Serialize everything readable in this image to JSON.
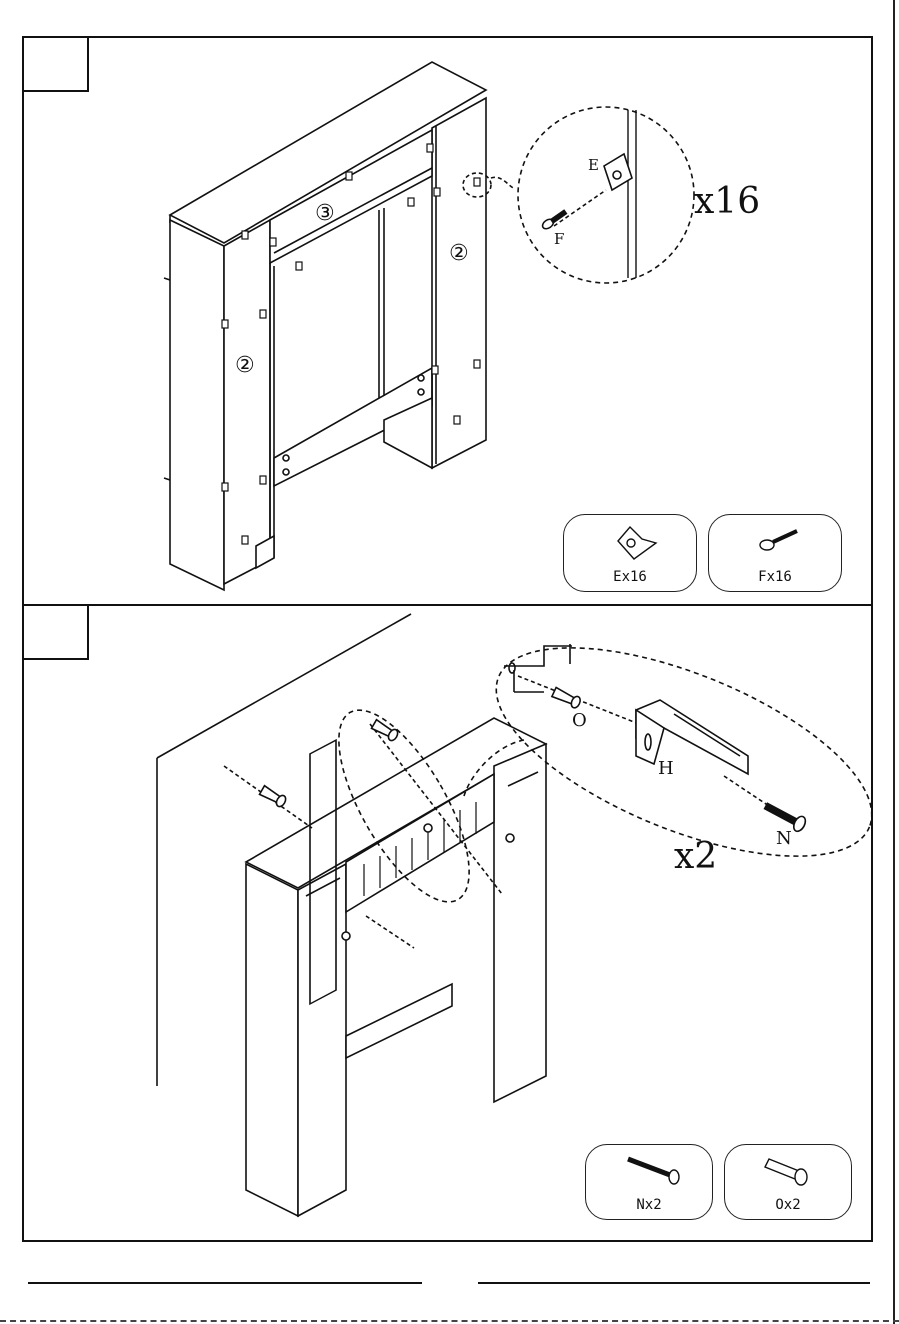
{
  "step1": {
    "multiplier": "x16",
    "labels": {
      "panel_side_left": "②",
      "panel_side_right": "②",
      "panel_top": "③",
      "bracket": "E",
      "screw": "F"
    },
    "parts": [
      {
        "icon": "corner-bracket-icon",
        "label": "Ex16"
      },
      {
        "icon": "screw-icon",
        "label": "Fx16"
      }
    ]
  },
  "step2": {
    "multiplier": "x2",
    "labels": {
      "anchor": "O",
      "bracket": "H",
      "screw": "N"
    },
    "parts": [
      {
        "icon": "long-screw-icon",
        "label": "Nx2"
      },
      {
        "icon": "wall-anchor-icon",
        "label": "Ox2"
      }
    ]
  }
}
